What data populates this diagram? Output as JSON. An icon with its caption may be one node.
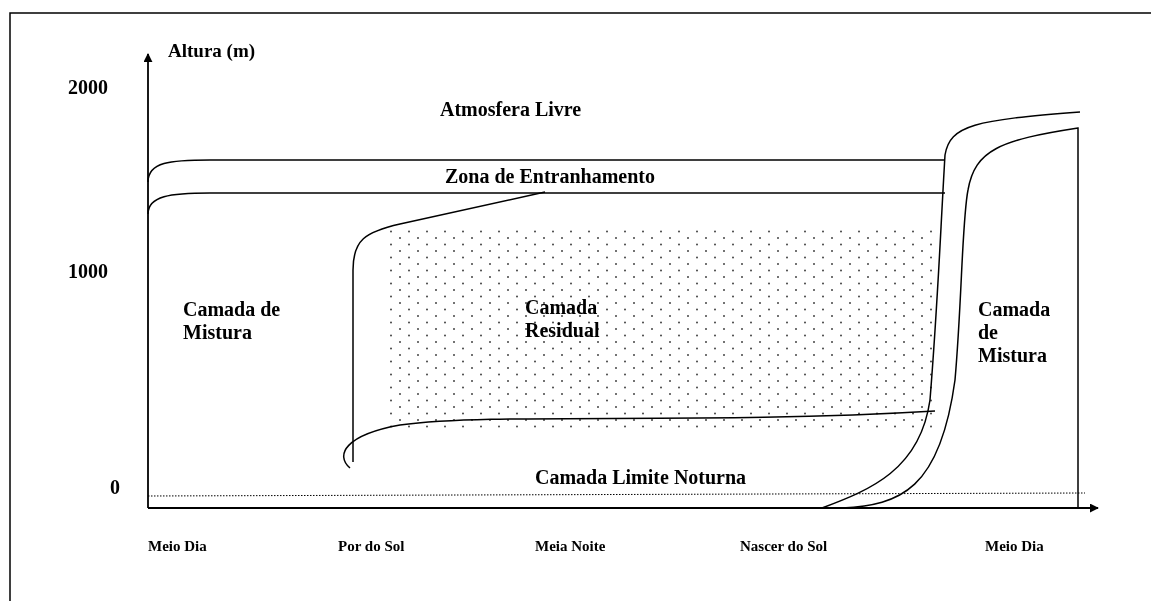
{
  "diagram": {
    "labels": [
      "Altura (m)",
      "2000",
      "Atmosfera Livre",
      "Zona de Entranhamento",
      "1000",
      "Camada de Mistura",
      "Camada Residual",
      "Camada de Mistura",
      "0",
      "Camada Limite Noturna",
      "Meio Dia",
      "Por do Sol",
      "Meia Noite",
      "Nascer do Sol",
      "Meio Dia"
    ]
  }
}
